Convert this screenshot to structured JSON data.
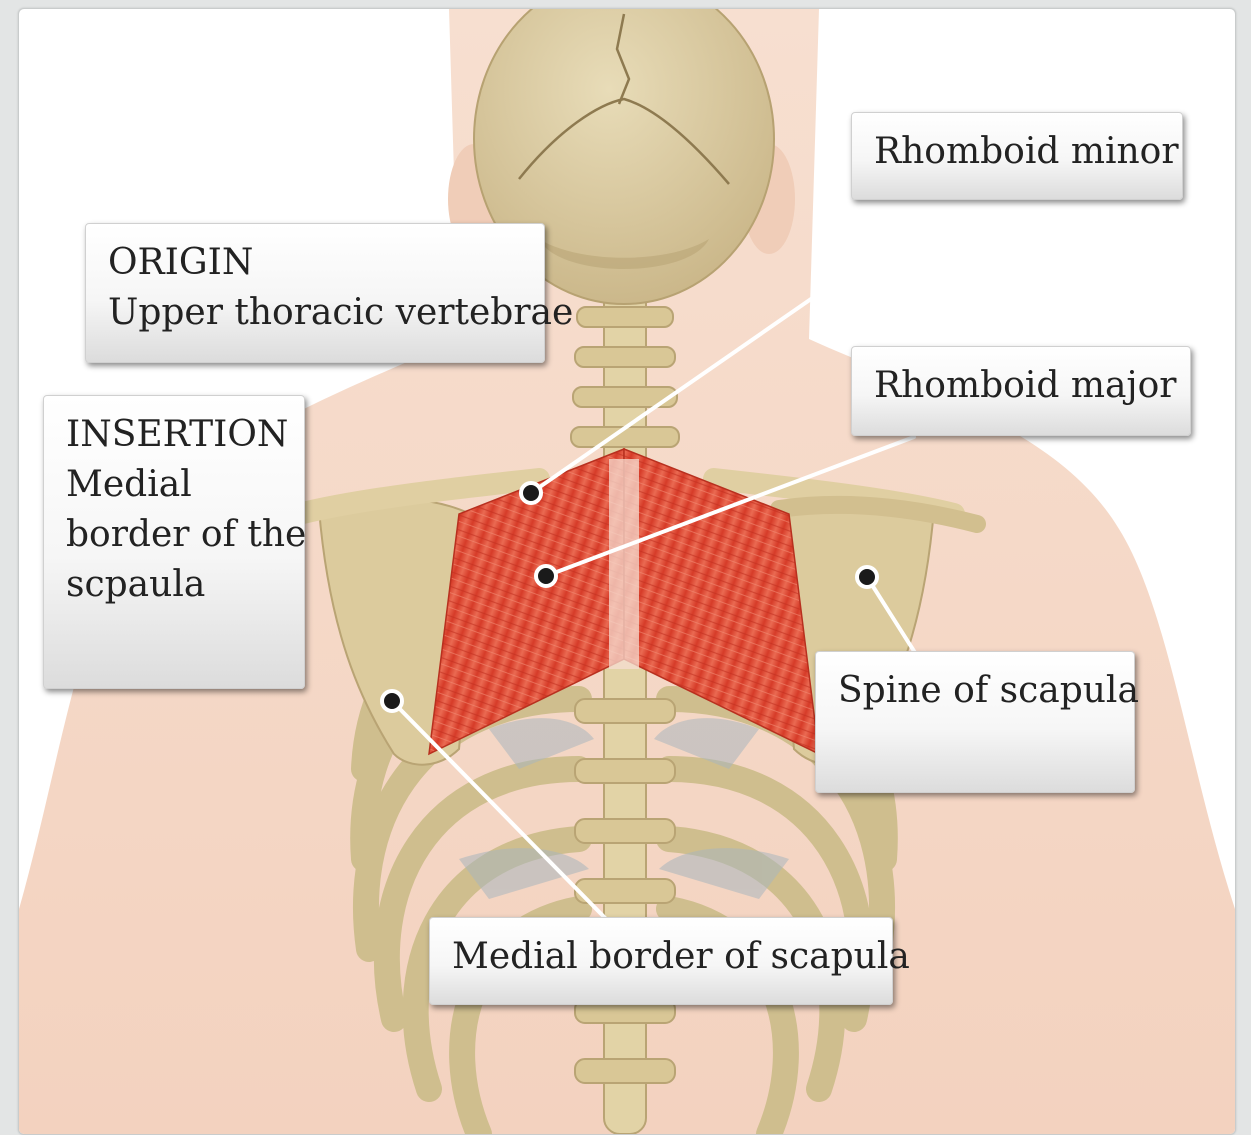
{
  "labels": {
    "rhomboid_minor": "Rhomboid minor",
    "rhomboid_major": "Rhomboid major",
    "origin_title": "ORIGIN",
    "origin_text": "Upper thoracic vertebrae",
    "insertion_title": "INSERTION",
    "insertion_lines": [
      "Medial",
      "border of the",
      "scpaula"
    ],
    "spine_of_scapula": "Spine of scapula",
    "medial_border_of_scapula": "Medial border of scapula"
  },
  "colors": {
    "muscle": "#e04b36",
    "bone": "#ddcca0",
    "skin": "#f5d9c8",
    "leader": "#ffffff"
  }
}
